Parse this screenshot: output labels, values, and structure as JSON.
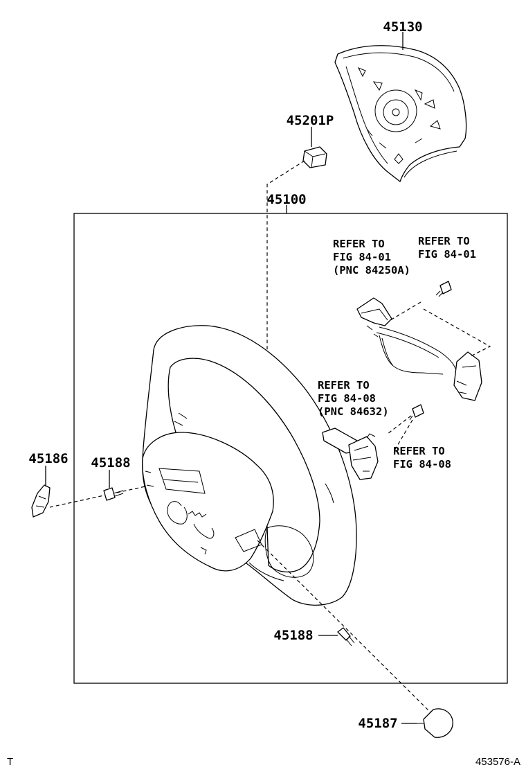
{
  "parts": {
    "p45130": "45130",
    "p45201p": "45201P",
    "p45100": "45100",
    "p45186": "45186",
    "p45188_a": "45188",
    "p45188_b": "45188",
    "p45187": "45187"
  },
  "refs": {
    "ref1": [
      "REFER TO",
      "FIG 84-01",
      "(PNC 84250A)"
    ],
    "ref2": [
      "REFER TO",
      "FIG 84-01"
    ],
    "ref3": [
      "REFER TO",
      "FIG 84-08",
      "(PNC 84632)"
    ],
    "ref4": [
      "REFER TO",
      "FIG 84-08"
    ]
  },
  "footer": {
    "left_mark": "T",
    "figure_id": "453576-A"
  }
}
